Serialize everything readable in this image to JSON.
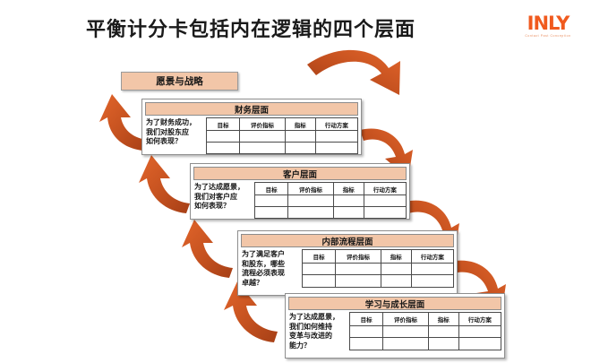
{
  "page": {
    "title": "平衡计分卡包括内在逻辑的四个层面",
    "background_color": "#ffffff",
    "accent_color": "#C4511F",
    "header_band_color": "#F2C6A8"
  },
  "logo": {
    "name": "INLY",
    "tagline": "Contact  Past  Conception"
  },
  "vision": {
    "label": "愿景与战略"
  },
  "columns": [
    "目标",
    "评价指标",
    "指标",
    "行动方案"
  ],
  "perspectives": [
    {
      "id": "financial",
      "title": "财务层面",
      "question": "为了财务成功，\n我们对股东应\n如何表现？"
    },
    {
      "id": "customer",
      "title": "客户层面",
      "question": "为了达成愿景，\n我们对客户应\n如何表现？"
    },
    {
      "id": "internal-process",
      "title": "内部流程层面",
      "question": "为了满足客户\n和股东，哪些\n流程必须表现\n卓越？"
    },
    {
      "id": "learning-growth",
      "title": "学习与成长层面",
      "question": "为了达成愿景，\n我们如何维持\n变革与改进的\n能力？"
    }
  ],
  "arrows": [
    {
      "name": "arrow-top-right-down",
      "direction": "down-left"
    },
    {
      "name": "arrow-left-up-1",
      "direction": "up-right"
    },
    {
      "name": "arrow-right-down-1",
      "direction": "down-left"
    },
    {
      "name": "arrow-left-up-2",
      "direction": "up-right"
    },
    {
      "name": "arrow-right-down-2",
      "direction": "down-left"
    },
    {
      "name": "arrow-left-up-3",
      "direction": "up-right"
    },
    {
      "name": "arrow-right-down-3",
      "direction": "down-left"
    },
    {
      "name": "arrow-left-up-4",
      "direction": "up-right"
    }
  ]
}
